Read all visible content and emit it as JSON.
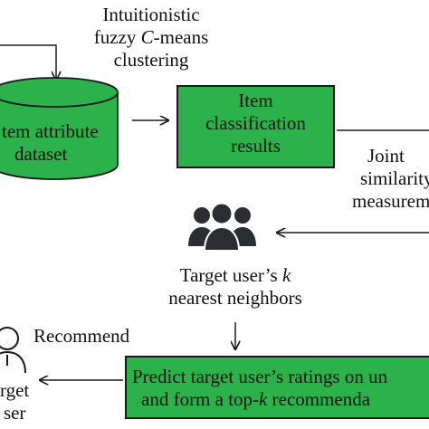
{
  "colors": {
    "box_fill": "#2bb24a",
    "stroke": "#1a1a1a",
    "text": "#111111",
    "background": "#ffffff"
  },
  "clustering_label": {
    "line1": "Intuitionistic",
    "line2_prefix": "fuzzy ",
    "line2_italic": "C",
    "line2_suffix": "-means",
    "line3": "clustering"
  },
  "dataset": {
    "line1": "tem attribute",
    "line2": "dataset"
  },
  "classification": {
    "line1": "Item",
    "line2": "classification",
    "line3": "results"
  },
  "joint_label": {
    "line1": "Joint",
    "line2": "similarity",
    "line3": "measureme"
  },
  "neighbors_label": {
    "line1_prefix": "Target user’s ",
    "line1_italic": "k",
    "line2": "nearest neighbors"
  },
  "recommend_label": "Recommend",
  "predict_box": {
    "line1": "Predict target user’s ratings on un",
    "line2_prefix": "and form a top-",
    "line2_italic": "k",
    "line2_suffix": " recommenda"
  },
  "target_user": {
    "line1": "rget",
    "line2": "ser"
  },
  "icons": {
    "database": "database-cylinder-icon",
    "group": "user-group-icon",
    "user": "single-user-icon"
  }
}
